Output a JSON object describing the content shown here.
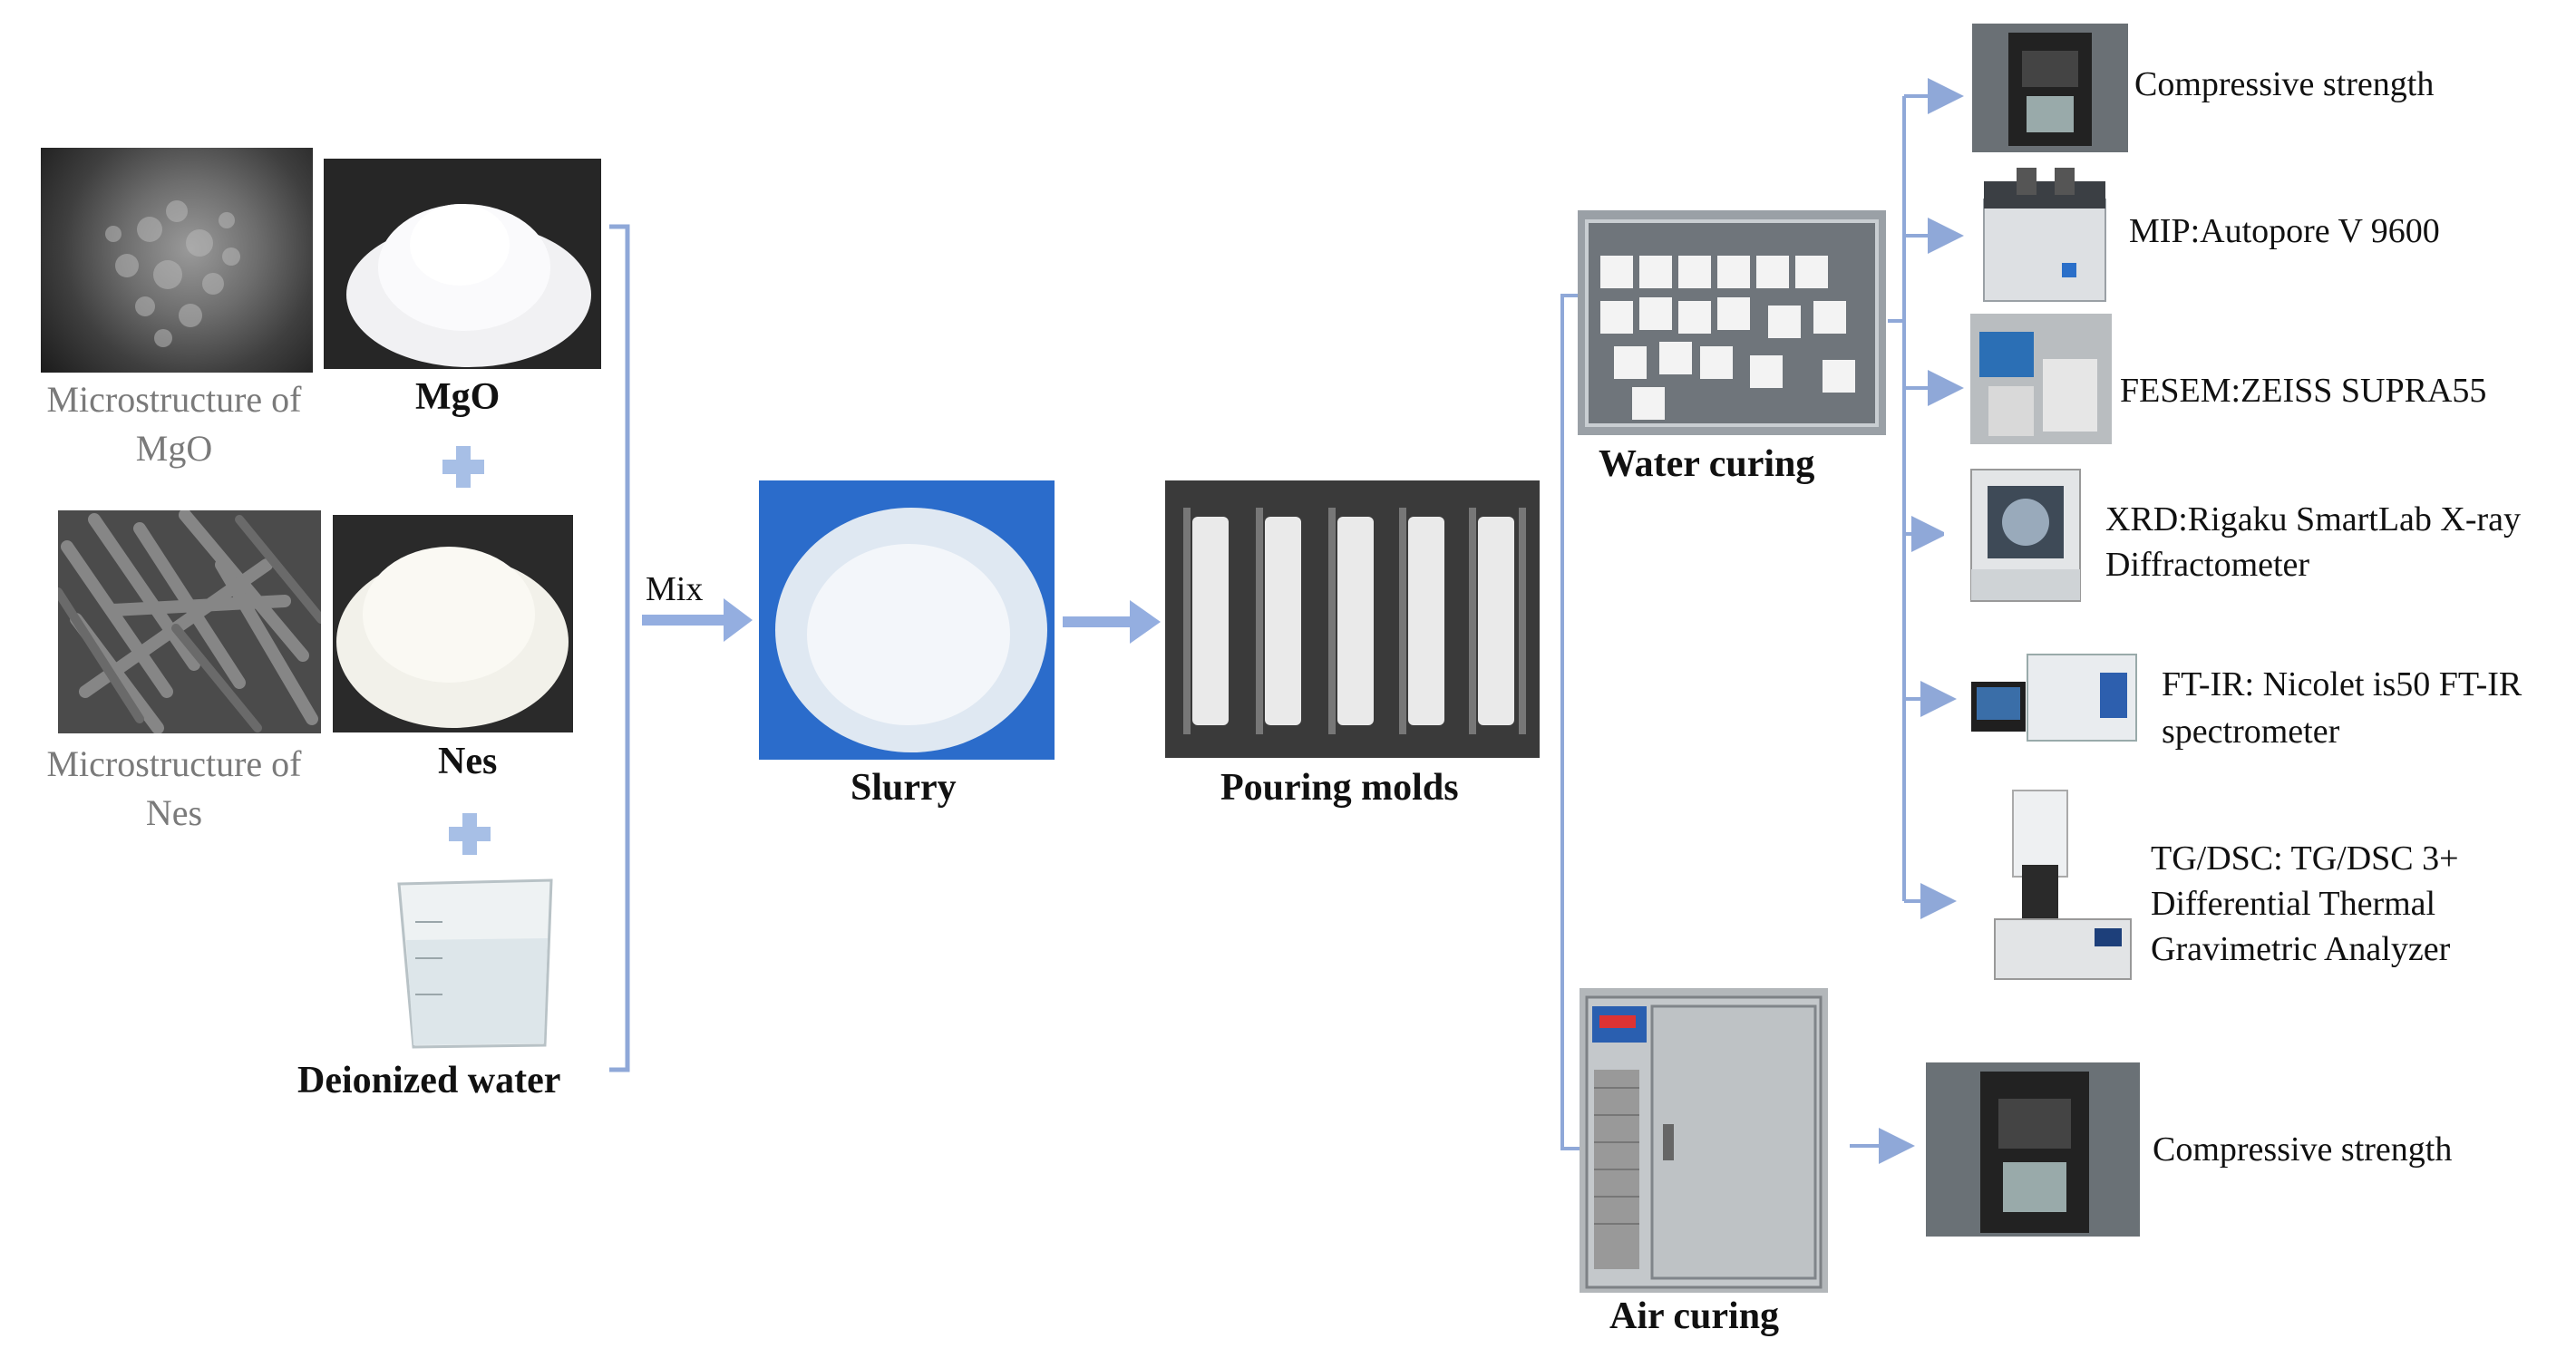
{
  "materials": {
    "mgo_micro_caption": "Microstructure of MgO",
    "mgo_label": "MgO",
    "nes_micro_caption": "Microstructure of Nes",
    "nes_label": "Nes",
    "water_label": "Deionized water"
  },
  "process": {
    "mix_label": "Mix",
    "slurry_label": "Slurry",
    "molds_label": "Pouring molds"
  },
  "curing": {
    "water_label": "Water curing",
    "air_label": "Air curing"
  },
  "tests": {
    "compressive": "Compressive strength",
    "mip": "MIP:Autopore V 9600",
    "fesem": "FESEM:ZEISS SUPRA55",
    "xrd_line1": "XRD:Rigaku SmartLab X-ray",
    "xrd_line2": "Diffractometer",
    "ftir_line1": "FT-IR: Nicolet is50 FT-IR",
    "ftir_line2": "spectrometer",
    "tgdsc_line1": "TG/DSC: TG/DSC 3+",
    "tgdsc_line2": "Differential Thermal",
    "tgdsc_line3": "Gravimetric Analyzer",
    "air_compressive": "Compressive strength"
  },
  "colors": {
    "connector": "#8fa8d8",
    "arrow": "#94aee0",
    "plus": "#a7bfe6"
  }
}
